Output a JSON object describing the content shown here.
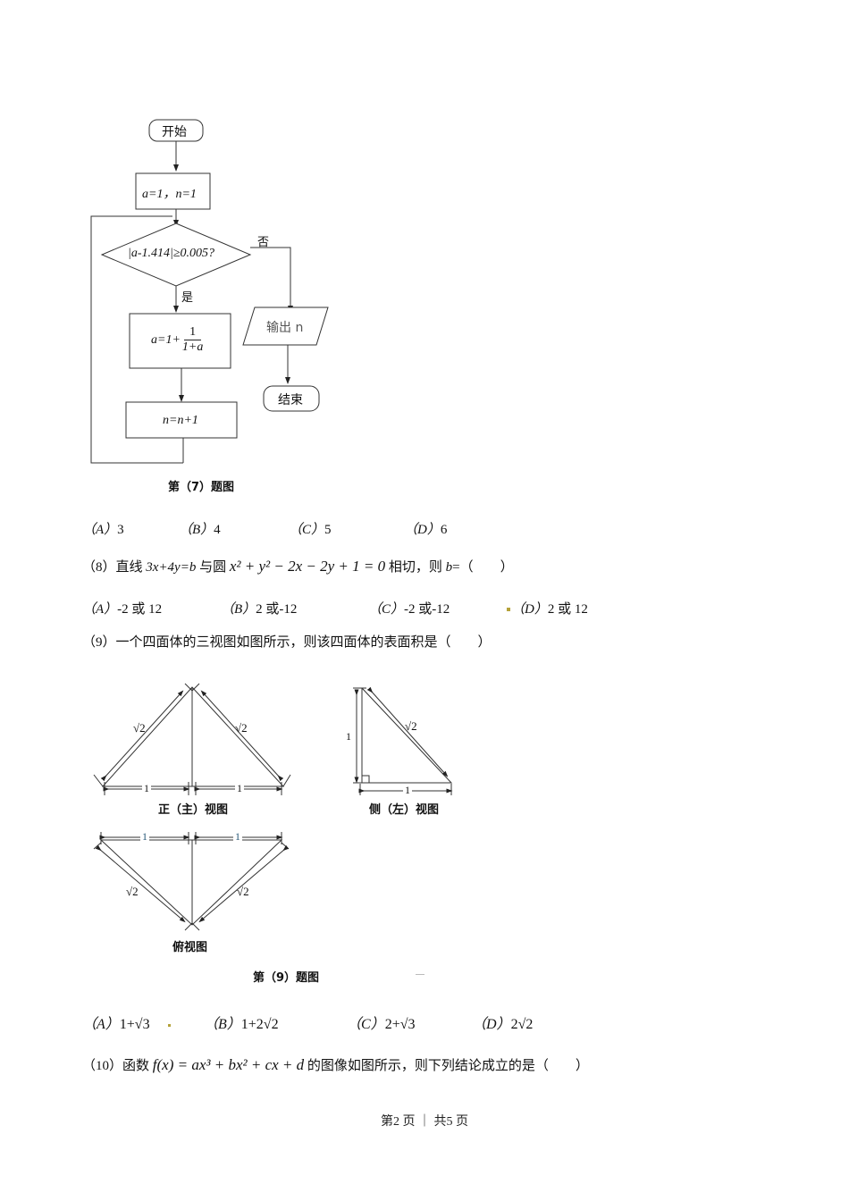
{
  "figure7": {
    "caption": "第（7）题图",
    "start": "开始",
    "init": "a=1，n=1",
    "condition": "|a-1.414|≥0.005?",
    "no_label": "否",
    "yes_label": "是",
    "assign_a_lhs": "a=1+",
    "assign_a_num": "1",
    "assign_a_den": "1+a",
    "increment": "n=n+1",
    "output": "输出 n",
    "end": "结束"
  },
  "q7_options": [
    {
      "letter": "（A）",
      "value": "3"
    },
    {
      "letter": "（B）",
      "value": "4"
    },
    {
      "letter": "（C）",
      "value": "5"
    },
    {
      "letter": "（D）",
      "value": "6"
    }
  ],
  "q8": {
    "number": "（8）",
    "text_a": "直线 ",
    "line_eq": "3x+4y=b",
    "text_b": " 与圆 ",
    "circle_eq": "x² + y² − 2x − 2y + 1 = 0",
    "text_c": " 相切，则 ",
    "var": "b",
    "text_d": "=（　　）",
    "options": [
      {
        "letter": "（A）",
        "value": "-2 或 12"
      },
      {
        "letter": "（B）",
        "value": "2 或-12"
      },
      {
        "letter": "（C）",
        "value": "-2 或-12"
      },
      {
        "letter": "（D）",
        "value": "2 或 12"
      }
    ]
  },
  "q9": {
    "number": "（9）",
    "text": "一个四面体的三视图如图所示，则该四面体的表面积是（　　）",
    "caption": "第（9）题图",
    "front_view_label": "正（主）视图",
    "side_view_label": "侧（左）视图",
    "top_view_label": "俯视图",
    "dim_one": "1",
    "dim_sqrt2": "√2",
    "options": [
      {
        "letter": "（A）",
        "value": "1+√3"
      },
      {
        "letter": "（B）",
        "value": "1+2√2"
      },
      {
        "letter": "（C）",
        "value": "2+√3"
      },
      {
        "letter": "（D）",
        "value": "2√2"
      }
    ]
  },
  "q10": {
    "number": "（10）",
    "text_a": "函数 ",
    "func": "f(x) = ax³ + bx² + cx + d",
    "text_b": " 的图像如图所示，则下列结论成立的是（　　）"
  },
  "footer": {
    "text": "第2 页 ｜ 共5 页"
  }
}
